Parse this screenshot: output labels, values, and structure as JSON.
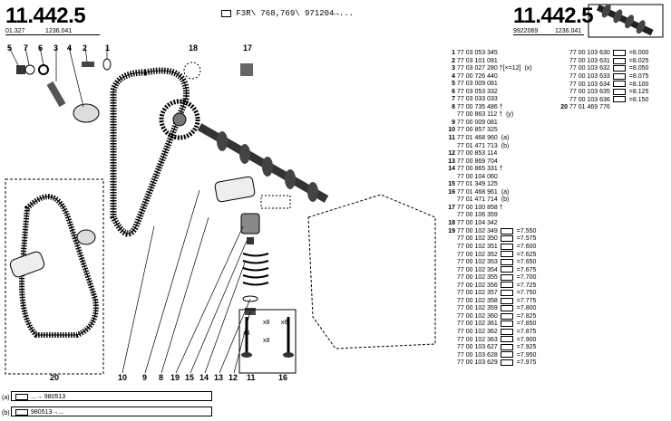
{
  "header": {
    "left_code": "11.442.5",
    "left_sub1": "01.327",
    "left_sub2": "1236.041",
    "mid_text": "F3R\\ 768,769\\ 971204→...",
    "right_code": "11.442.5",
    "right_sub1": "9922069",
    "right_sub2": "1236.041"
  },
  "diagram": {
    "top_callouts": [
      "5",
      "7",
      "6",
      "3",
      "4",
      "2",
      "1",
      "18",
      "17"
    ],
    "bottom_callouts": [
      "20",
      "10",
      "9",
      "8",
      "19",
      "15",
      "14",
      "13",
      "12",
      "11",
      "16"
    ],
    "labels": [
      "x4",
      "x8",
      "x8",
      "x8"
    ]
  },
  "parts_list": [
    {
      "n": "1",
      "ref": "77 03 053 345",
      "note": ""
    },
    {
      "n": "2",
      "ref": "77 03 101 091",
      "note": ""
    },
    {
      "n": "3",
      "ref": "77 03 027 280 †[×=12]",
      "note": "(x)"
    },
    {
      "n": "4",
      "ref": "77 00 726 440",
      "note": ""
    },
    {
      "n": "5",
      "ref": "77 03 009 081",
      "note": ""
    },
    {
      "n": "6",
      "ref": "77 03 053 332",
      "note": ""
    },
    {
      "n": "7",
      "ref": "77 03 033 033",
      "note": ""
    },
    {
      "n": "8",
      "ref": "77 00 735 486 †",
      "note": ""
    },
    {
      "n": "",
      "ref": "77 00 863 112 †",
      "note": "(y)"
    },
    {
      "n": "9",
      "ref": "77 00 009 081",
      "note": ""
    },
    {
      "n": "10",
      "ref": "77 00 857 325",
      "note": ""
    },
    {
      "n": "11",
      "ref": "77 01 468 960",
      "note": "(a)"
    },
    {
      "n": "",
      "ref": "77 01 471 713",
      "note": "(b)"
    },
    {
      "n": "12",
      "ref": "77 00 853 114",
      "note": ""
    },
    {
      "n": "13",
      "ref": "77 00 869 704",
      "note": ""
    },
    {
      "n": "14",
      "ref": "77 00 865 331 †",
      "note": ""
    },
    {
      "n": "",
      "ref": "77 00 104 060",
      "note": ""
    },
    {
      "n": "15",
      "ref": "77 01 349 125",
      "note": ""
    },
    {
      "n": "16",
      "ref": "77 01 468 961",
      "note": "(a)"
    },
    {
      "n": "",
      "ref": "77 01 471 714",
      "note": "(b)"
    },
    {
      "n": "17",
      "ref": "77 00 100 858 †",
      "note": ""
    },
    {
      "n": "",
      "ref": "77 00 106 359",
      "note": ""
    },
    {
      "n": "18",
      "ref": "77 00 104 342",
      "note": ""
    },
    {
      "n": "19",
      "ref": "77 00 102 349",
      "note": "=7.550"
    },
    {
      "n": "",
      "ref": "77 00 102 350",
      "note": "=7.575"
    },
    {
      "n": "",
      "ref": "77 00 102 351",
      "note": "=7.600"
    },
    {
      "n": "",
      "ref": "77 00 102 352",
      "note": "=7.625"
    },
    {
      "n": "",
      "ref": "77 00 102 353",
      "note": "=7.650"
    },
    {
      "n": "",
      "ref": "77 00 102 354",
      "note": "=7.675"
    },
    {
      "n": "",
      "ref": "77 00 102 355",
      "note": "=7.700"
    },
    {
      "n": "",
      "ref": "77 00 102 356",
      "note": "=7.725"
    },
    {
      "n": "",
      "ref": "77 00 102 357",
      "note": "=7.750"
    },
    {
      "n": "",
      "ref": "77 00 102 358",
      "note": "=7.775"
    },
    {
      "n": "",
      "ref": "77 00 102 359",
      "note": "=7.800"
    },
    {
      "n": "",
      "ref": "77 00 102 360",
      "note": "=7.825"
    },
    {
      "n": "",
      "ref": "77 00 102 361",
      "note": "=7.850"
    },
    {
      "n": "",
      "ref": "77 00 102 362",
      "note": "=7.875"
    },
    {
      "n": "",
      "ref": "77 00 102 363",
      "note": "=7.900"
    },
    {
      "n": "",
      "ref": "77 00 103 627",
      "note": "=7.925"
    },
    {
      "n": "",
      "ref": "77 00 103 628",
      "note": "=7.950"
    },
    {
      "n": "",
      "ref": "77 00 103 629",
      "note": "=7.975"
    }
  ],
  "parts_list_2": [
    {
      "n": "",
      "ref": "77 00 103 630",
      "note": "=8.000"
    },
    {
      "n": "",
      "ref": "77 00 103 631",
      "note": "=8.025"
    },
    {
      "n": "",
      "ref": "77 00 103 632",
      "note": "=8.050"
    },
    {
      "n": "",
      "ref": "77 00 103 633",
      "note": "=8.075"
    },
    {
      "n": "",
      "ref": "77 00 103 634",
      "note": "=8.100"
    },
    {
      "n": "",
      "ref": "77 00 103 635",
      "note": "=8.125"
    },
    {
      "n": "",
      "ref": "77 00 103 636",
      "note": "=8.150"
    },
    {
      "n": "20",
      "ref": "77 01 469 776",
      "note": ""
    }
  ],
  "footnotes": [
    {
      "label": "(a)",
      "text": "...→ 980513"
    },
    {
      "label": "(b)",
      "text": "980513→..."
    }
  ]
}
